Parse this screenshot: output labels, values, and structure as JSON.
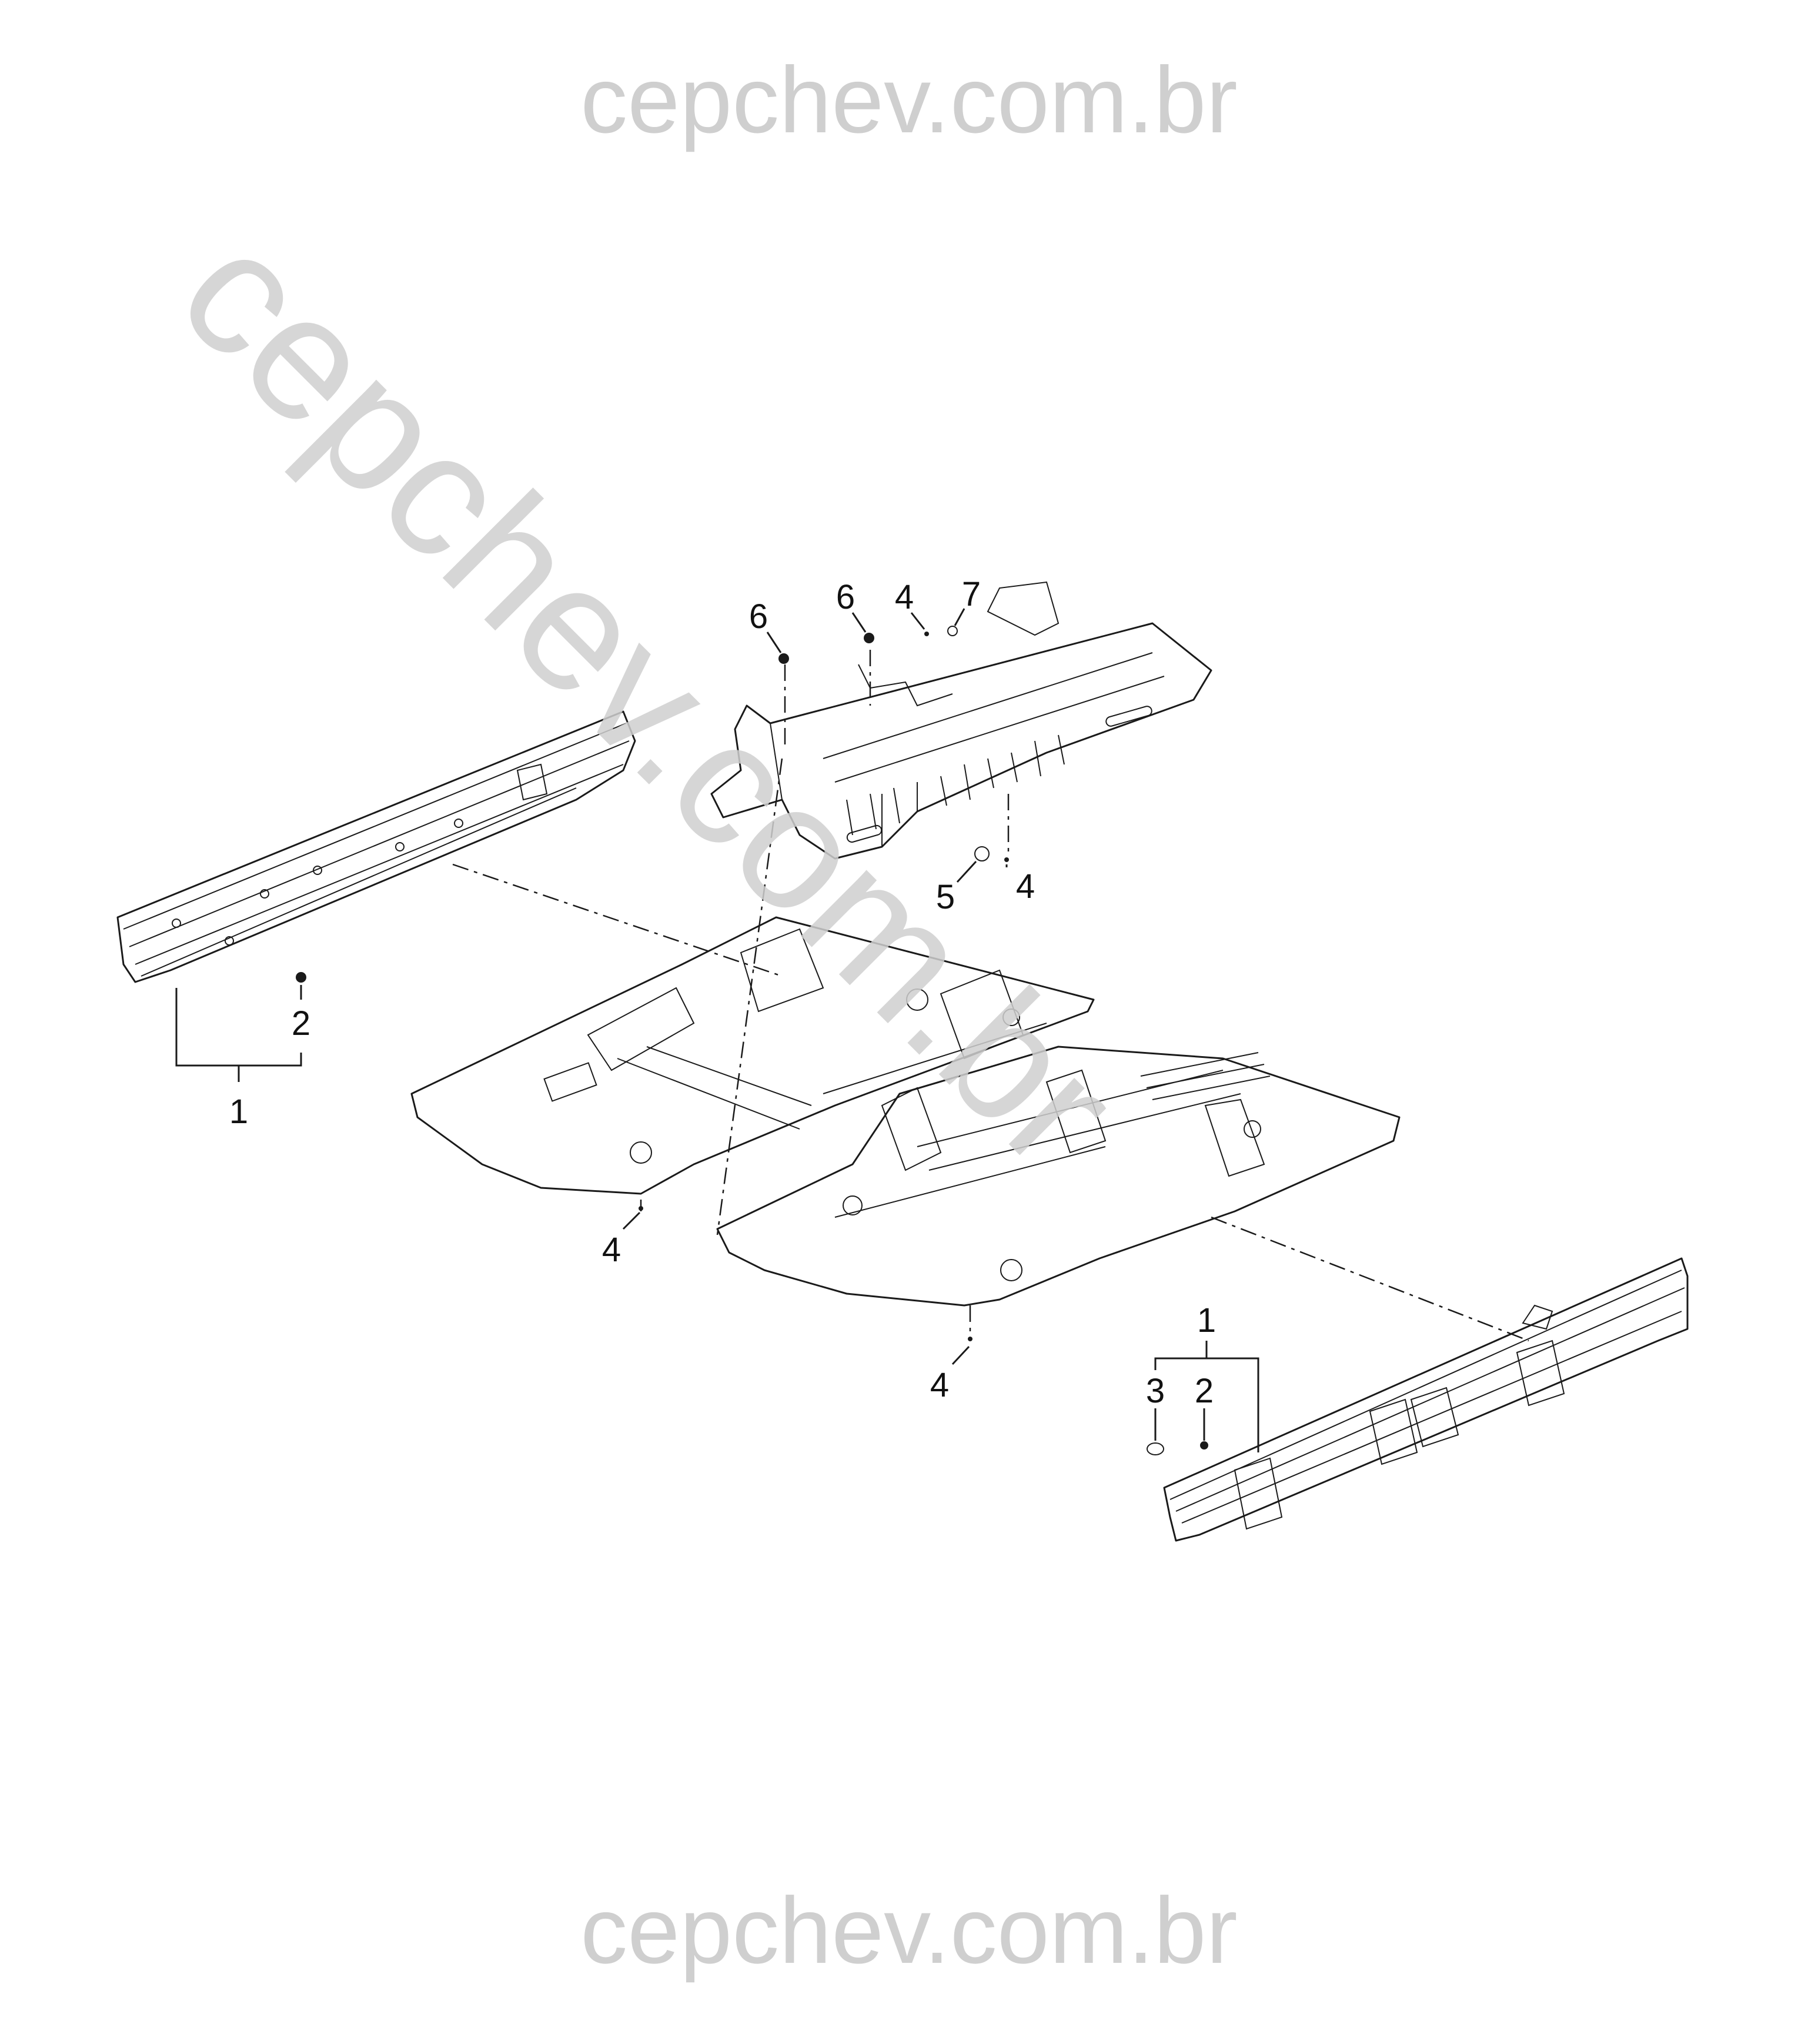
{
  "watermark": {
    "top": "cepchev.com.br",
    "diagonal": "cepchev.com.br",
    "bottom": "cepchev.com.br"
  },
  "callouts": [
    {
      "id": "c-6a",
      "label": "6"
    },
    {
      "id": "c-6b",
      "label": "6"
    },
    {
      "id": "c-4a",
      "label": "4"
    },
    {
      "id": "c-7",
      "label": "7"
    },
    {
      "id": "c-5",
      "label": "5"
    },
    {
      "id": "c-4b",
      "label": "4"
    },
    {
      "id": "c-2a",
      "label": "2"
    },
    {
      "id": "c-1a",
      "label": "1"
    },
    {
      "id": "c-4c",
      "label": "4"
    },
    {
      "id": "c-4d",
      "label": "4"
    },
    {
      "id": "c-1b",
      "label": "1"
    },
    {
      "id": "c-3",
      "label": "3"
    },
    {
      "id": "c-2b",
      "label": "2"
    }
  ]
}
